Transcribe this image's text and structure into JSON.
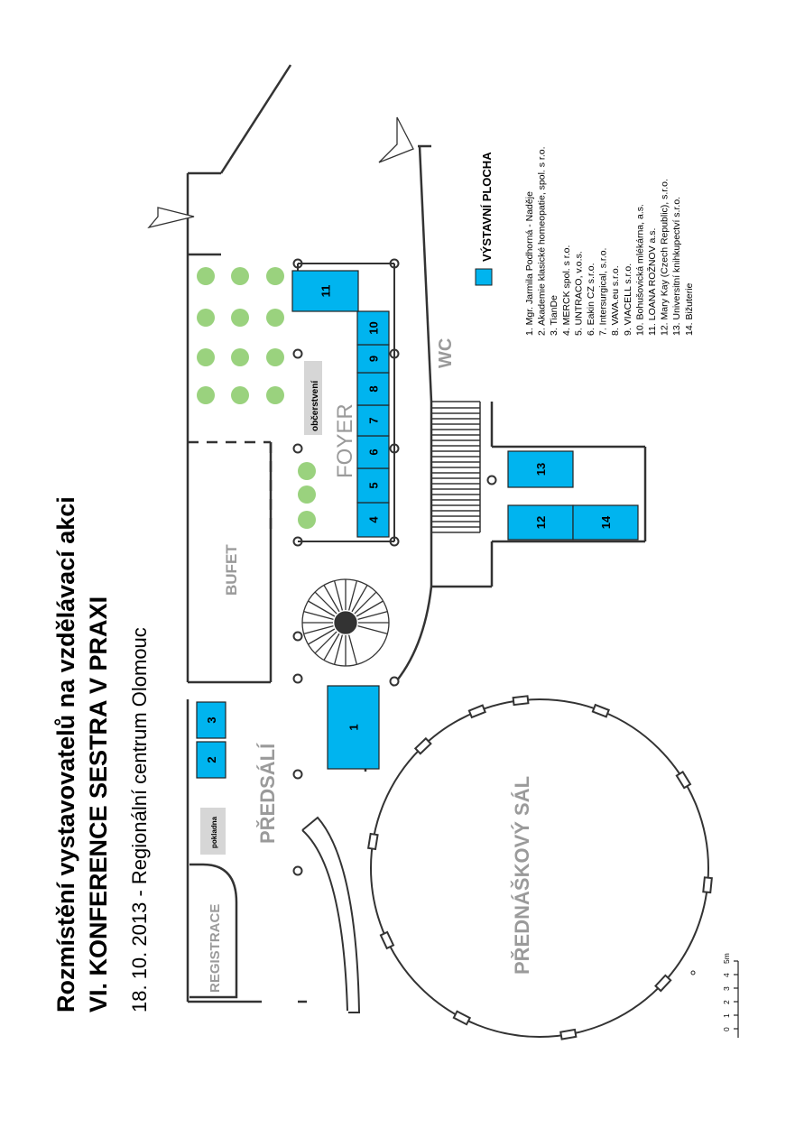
{
  "header": {
    "title_line1": "Rozmístění vystavovatelů na vzdělávací akci",
    "title_line2": "VI. KONFERENCE SESTRA V PRAXI",
    "subtitle": "18. 10. 2013 - Regionální centrum Olomouc"
  },
  "rooms": {
    "registrace": "REGISTRACE",
    "pokladna": "pokladna",
    "predsali": "PŘEDSÁLÍ",
    "bufet": "BUFET",
    "obcerstveni": "občerstvení",
    "foyer": "FOYER",
    "wc": "WC",
    "prednaskovy_sal": "PŘEDNÁŠKOVÝ SÁL"
  },
  "booths": [
    "1",
    "2",
    "3",
    "4",
    "5",
    "6",
    "7",
    "8",
    "9",
    "10",
    "11",
    "12",
    "13",
    "14"
  ],
  "legend": {
    "title": "VÝSTAVNÍ PLOCHA",
    "color": "#00b4ef",
    "exhibitors": [
      "1. Mgr. Jarmila Podhorná - Naděje",
      "2. Akademie klasické homeopatie, spol. s r.o.",
      "3. TianDe",
      "4. MERCK spol. s r.o.",
      "5. UNTRACO, v.o.s.",
      "6. Eakin CZ s.r.o.",
      "7. Intersurgical, s.r.o.",
      "8. VAVA.eu s.r.o.",
      "9. VIACELL s.r.o.",
      "10. Bohušovická mlékárna, a.s.",
      "11. LOANA ROŽNOV a.s.",
      "12. Mary Kay (Czech Republic), s.r.o.",
      "13. Universitní knihkupectví s.r.o.",
      "14. Bižuterie"
    ]
  },
  "scale": {
    "ticks": [
      "0",
      "1",
      "2",
      "3",
      "4",
      "5m"
    ]
  },
  "colors": {
    "booth": "#00b4ef",
    "table": "#9ad27e",
    "label_box": "#d6d6d6",
    "room_label": "#9a9a9a"
  }
}
